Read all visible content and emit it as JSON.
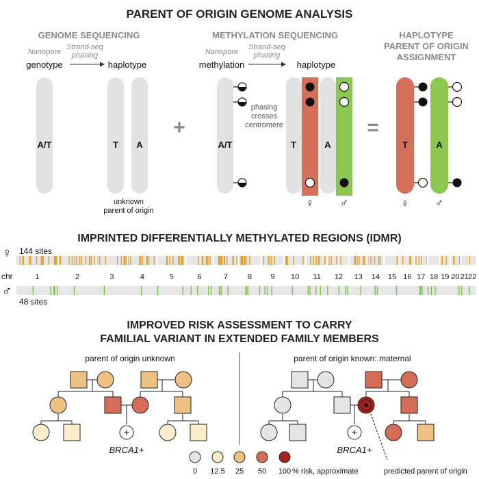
{
  "title": "PARENT OF ORIGIN GENOME ANALYSIS",
  "section1": {
    "genome": {
      "heading": "GENOME SEQUENCING",
      "tool_left": "Nanopore",
      "tool_right_l1": "Strand-seq",
      "tool_right_l2": "phasing",
      "from": "genotype",
      "to": "haplotype",
      "chrom_unphased": "A/T",
      "hap1": "T",
      "hap2": "A",
      "note_l1": "unknown",
      "note_l2": "parent of origin"
    },
    "plus": "+",
    "methylation": {
      "heading": "METHYLATION SEQUENCING",
      "tool_left": "Nanopore",
      "tool_right_l1": "Strand-seq",
      "tool_right_l2": "phasing",
      "from": "methylation",
      "to": "haplotype",
      "chrom_unphased": "A/T",
      "hap1": "T",
      "hap2": "A",
      "phasing_note_l1": "phasing",
      "phasing_note_l2": "crosses",
      "phasing_note_l3": "centromere",
      "female_symbol": "♀",
      "male_symbol": "♂"
    },
    "equals": "=",
    "assignment": {
      "heading_l1": "HAPLOTYPE",
      "heading_l2": "PARENT OF ORIGIN",
      "heading_l3": "ASSIGNMENT",
      "hap1": "T",
      "hap2": "A",
      "female_symbol": "♀",
      "male_symbol": "♂"
    }
  },
  "section2": {
    "heading": "IMPRINTED DIFFERENTIALLY METHYLATED REGIONS (IDMR)",
    "female_symbol": "♀",
    "female_sites": "144 sites",
    "chr_label": "chr",
    "chromosomes": [
      "1",
      "2",
      "3",
      "4",
      "5",
      "6",
      "7",
      "8",
      "9",
      "10",
      "11",
      "12",
      "13",
      "14",
      "15",
      "16",
      "17",
      "18",
      "19",
      "20",
      "21",
      "22"
    ],
    "male_symbol": "♂",
    "male_sites": "48 sites",
    "colors": {
      "female_mark": "#e0a030",
      "male_mark": "#7cc244",
      "track": "#e6e6e6"
    }
  },
  "section3": {
    "heading_l1": "IMPROVED RISK ASSESSMENT TO CARRY",
    "heading_l2": "FAMILIAL VARIANT IN EXTENDED FAMILY MEMBERS",
    "left_caption": "parent of origin unknown",
    "right_caption": "parent of origin known: maternal",
    "proband_symbol": "+",
    "gene_left": "BRCA1+",
    "gene_right": "BRCA1+",
    "legend": {
      "items": [
        {
          "label": "0",
          "color": "#e4e4e4"
        },
        {
          "label": "12.5",
          "color": "#fbeccb"
        },
        {
          "label": "25",
          "color": "#eec083"
        },
        {
          "label": "50",
          "color": "#d36d55"
        },
        {
          "label": "100",
          "color": "#a8231d"
        }
      ],
      "suffix": "% risk, approximate"
    },
    "predicted_note": "predicted parent of origin"
  },
  "colors": {
    "chrom_gray": "#e2e2e2",
    "maternal": "#d4705a",
    "paternal": "#8cc751"
  }
}
